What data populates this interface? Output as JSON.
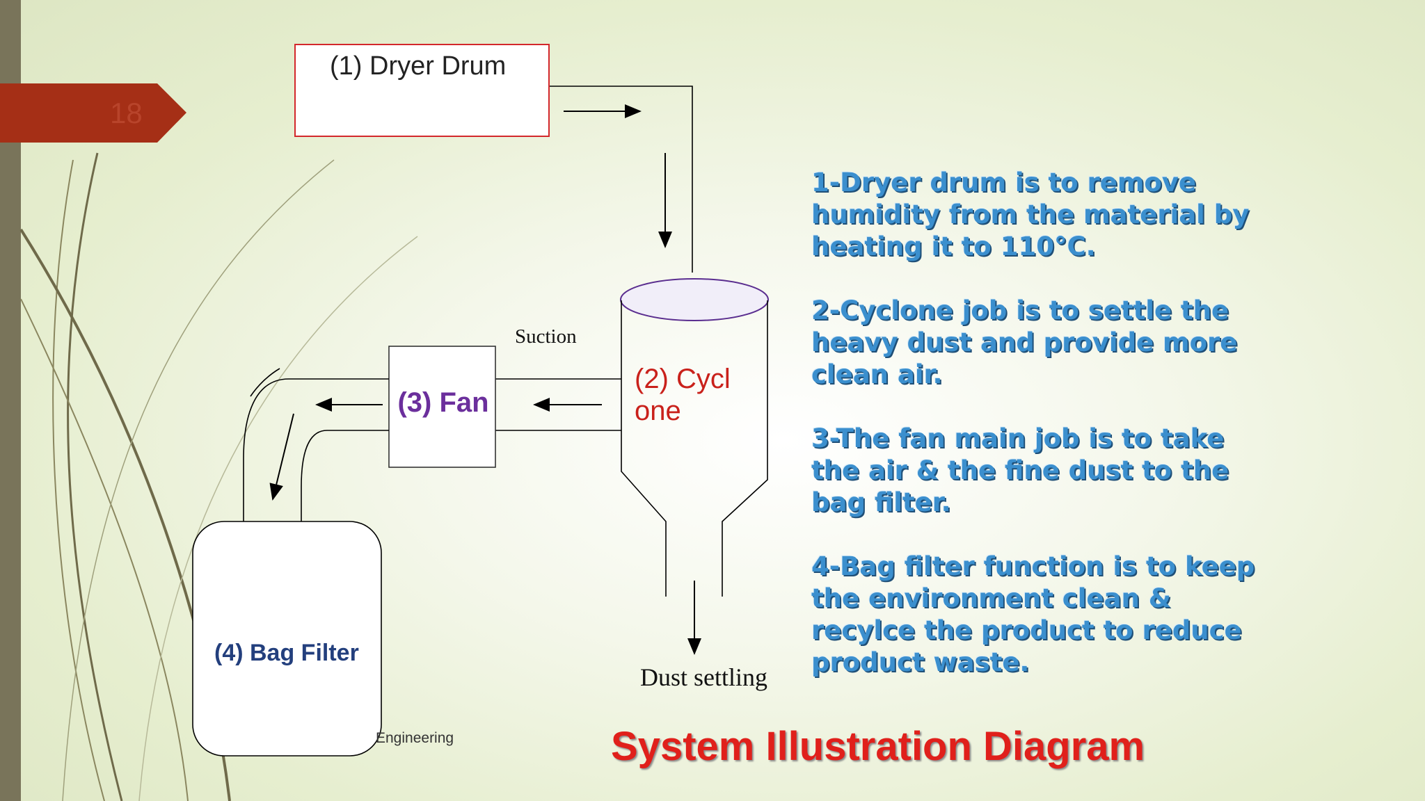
{
  "slide": {
    "page_number": "18"
  },
  "diagram": {
    "dryer_drum_label": "(1) Dryer Drum",
    "suction_label": "Suction",
    "fan_label": "(3) Fan",
    "cyclone_label": "(2) Cyclone",
    "bag_filter_label": "(4) Bag Filter",
    "dust_settling_label": "Dust settling",
    "footer_fragment": "Engineering"
  },
  "descriptions": [
    "1-Dryer drum is to remove humidity from the material by heating it to 110°C.",
    "2-Cyclone job is to settle the heavy dust and provide more clean air.",
    "3-The fan main job is to take the air & the fine dust to the bag filter.",
    "4-Bag filter function is to keep the environment clean & recylce the product to reduce product waste."
  ],
  "title": "System Illustration Diagram",
  "colors": {
    "title": "#e0201b",
    "descriptions": "#3b8fce",
    "fan_label": "#6b2f9c",
    "cyclone_label": "#c9211b",
    "bag_filter_label": "#233f7d",
    "page_tab": "#a52f16",
    "left_bar": "#79745a"
  }
}
